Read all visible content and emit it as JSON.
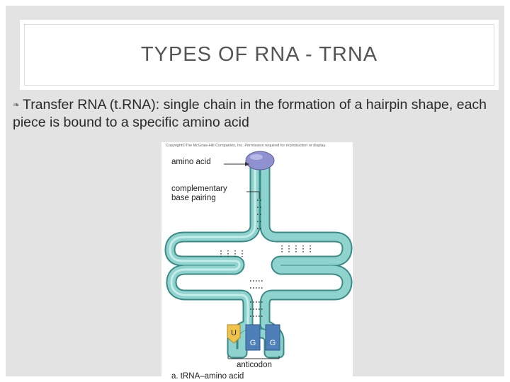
{
  "slide": {
    "title": "TYPES OF RNA - TRNA",
    "bullet": "Transfer RNA (t.RNA): single chain in the formation of a hairpin shape, each piece is bound to a specific amino acid",
    "bullet_icon": "leaf-bullet-icon"
  },
  "figure": {
    "copyright": "Copyright©The McGraw-Hill Companies, Inc. Permission required for reproduction or display.",
    "labels": {
      "amino_acid": "amino acid",
      "complementary": "complementary",
      "base_pairing": "base pairing",
      "anticodon": "anticodon",
      "caption": "a. tRNA–amino acid"
    },
    "bases": [
      "U",
      "G",
      "G"
    ],
    "colors": {
      "strand": "#7fc9c6",
      "strand_edge": "#3a8a88",
      "amino_acid": "#8f91d0",
      "u_base": "#f0c34a",
      "g_base": "#4f7fb8"
    }
  },
  "colors": {
    "background": "#e3e3e3",
    "title_text": "#555555",
    "body_text": "#2a2a2a"
  }
}
